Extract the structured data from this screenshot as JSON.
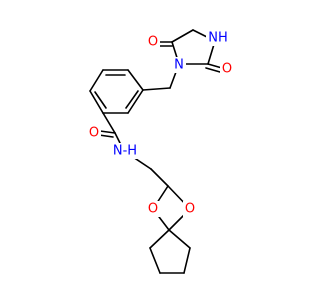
{
  "molecule": {
    "atom_labels": {
      "ring_oxygen_top": "O",
      "imide_nh": "NH",
      "ring_oxygen_right": "O",
      "imide_n": "N",
      "amide_oxygen": "O",
      "amide_nh": "N‑H",
      "dioxolane_oxygen_left": "O",
      "dioxolane_oxygen_right": "O"
    }
  },
  "colors": {
    "bond": "#000000",
    "oxygen": "#ff0000",
    "nitrogen": "#0000ff",
    "background": "#ffffff"
  }
}
